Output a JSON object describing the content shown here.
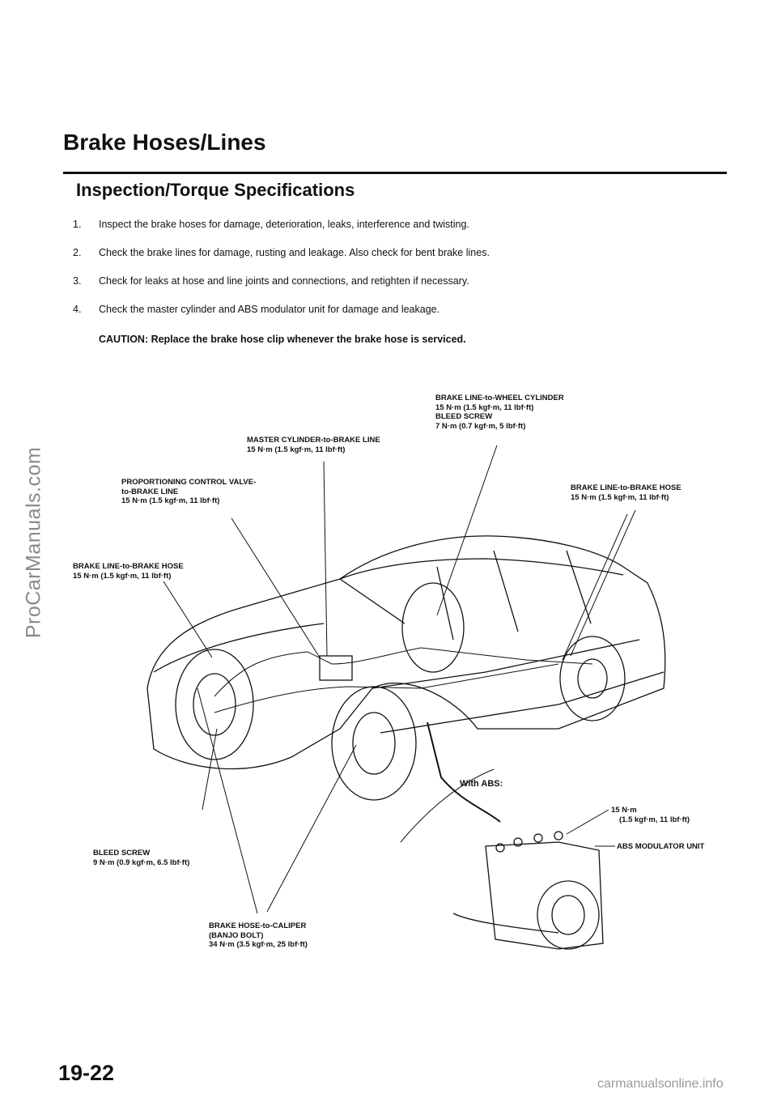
{
  "watermark": "ProCarManuals.com",
  "title": "Brake Hoses/Lines",
  "subtitle": "Inspection/Torque Specifications",
  "steps": [
    {
      "num": "1.",
      "text": "Inspect the brake hoses for damage, deterioration, leaks, interference and twisting."
    },
    {
      "num": "2.",
      "text": "Check the brake lines for damage, rusting and leakage. Also check for bent brake lines."
    },
    {
      "num": "3.",
      "text": "Check for leaks at hose and line joints and connections, and retighten if necessary."
    },
    {
      "num": "4.",
      "text": "Check the master cylinder and ABS modulator unit for damage and leakage."
    }
  ],
  "caution": "CAUTION:  Replace the brake hose clip whenever the brake hose is serviced.",
  "callouts": {
    "line_to_wheel_cyl": {
      "l1": "BRAKE LINE-to-WHEEL CYLINDER",
      "l2": "15 N·m (1.5 kgf·m, 11 lbf·ft)",
      "l3": "BLEED SCREW",
      "l4": "7 N·m (0.7 kgf·m, 5 lbf·ft)"
    },
    "master_cyl_line": {
      "l1": "MASTER CYLINDER-to-BRAKE LINE",
      "l2": "15 N·m (1.5 kgf·m, 11 lbf·ft)"
    },
    "proportioning_valve": {
      "l1": "PROPORTIONING CONTROL VALVE-",
      "l2": "to-BRAKE LINE",
      "l3": "15 N·m (1.5 kgf·m, 11 lbf·ft)"
    },
    "line_to_hose_rear": {
      "l1": "BRAKE LINE-to-BRAKE HOSE",
      "l2": "15 N·m (1.5 kgf·m, 11 lbf·ft)"
    },
    "line_to_hose_front": {
      "l1": "BRAKE LINE-to-BRAKE HOSE",
      "l2": "15 N·m (1.5 kgf·m, 11 lbf·ft)"
    },
    "with_abs": "With ABS:",
    "abs_torque": {
      "l1": "15 N·m",
      "l2": "(1.5 kgf·m, 11 lbf·ft)"
    },
    "abs_unit": "ABS MODULATOR UNIT",
    "bleed_screw_front": {
      "l1": "BLEED SCREW",
      "l2": "9 N·m (0.9 kgf·m, 6.5 lbf·ft)"
    },
    "hose_to_caliper": {
      "l1": "BRAKE HOSE-to-CALIPER",
      "l2": "(BANJO BOLT)",
      "l3": "34 N·m (3.5 kgf·m, 25 lbf·ft)"
    }
  },
  "page_number": "19-22",
  "footer_url": "carmanualsonline.info"
}
